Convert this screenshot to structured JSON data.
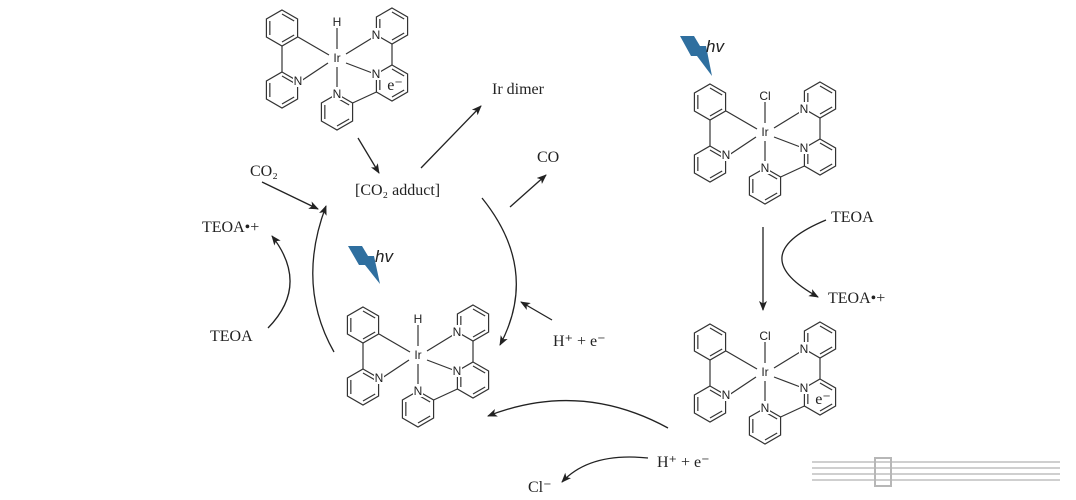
{
  "colors": {
    "lightning": "#2f6f9f",
    "ink": "#222222"
  },
  "molecules": [
    {
      "name": "ir-hydride-reduced-complex",
      "metal": "Ir",
      "axial": "H",
      "electron": "e⁻",
      "n_label": "N"
    },
    {
      "name": "ir-chloride-complex",
      "metal": "Ir",
      "axial": "Cl",
      "electron": "",
      "n_label": "N"
    },
    {
      "name": "ir-chloride-reduced-complex",
      "metal": "Ir",
      "axial": "Cl",
      "electron": "e⁻",
      "n_label": "N"
    },
    {
      "name": "ir-hydride-complex",
      "metal": "Ir",
      "axial": "H",
      "electron": "",
      "n_label": "N"
    }
  ],
  "labels": {
    "ir_dimer": "Ir dimer",
    "co2_adduct": "[CO₂  adduct]",
    "co": "CO",
    "co2": "CO₂",
    "teoa_radical_left": "TEOA•+",
    "teoa_left": "TEOA",
    "teoa_right": "TEOA",
    "teoa_radical_right": "TEOA•+",
    "h_e_middle": "H⁺ +  e⁻",
    "h_e_bottom": "H⁺ +  e⁻",
    "chloride": "Cl⁻",
    "hv_right": "hv",
    "hv_center": "hv"
  }
}
